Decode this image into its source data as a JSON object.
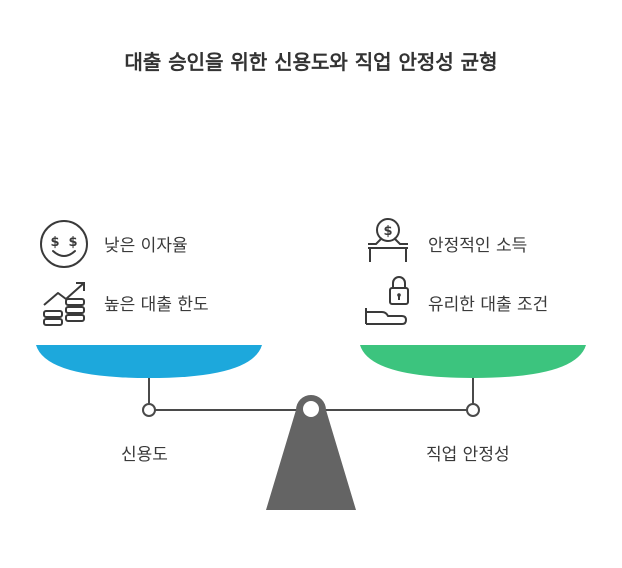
{
  "title": "대출 승인을 위한 신용도와 직업 안정성 균형",
  "left": {
    "pan_color": "#1da8dc",
    "base_label": "신용도",
    "items": [
      {
        "label": "낮은 이자율",
        "icon": "smiley-dollar-eyes-icon"
      },
      {
        "label": "높은 대출 한도",
        "icon": "rising-coins-chart-icon"
      }
    ]
  },
  "right": {
    "pan_color": "#3cc47e",
    "base_label": "직업 안정성",
    "items": [
      {
        "label": "안정적인 소득",
        "icon": "dollar-coin-on-desk-icon"
      },
      {
        "label": "유리한 대출 조건",
        "icon": "padlock-hand-icon"
      }
    ]
  },
  "colors": {
    "fulcrum": "#646464",
    "line": "#4a4a4a"
  }
}
